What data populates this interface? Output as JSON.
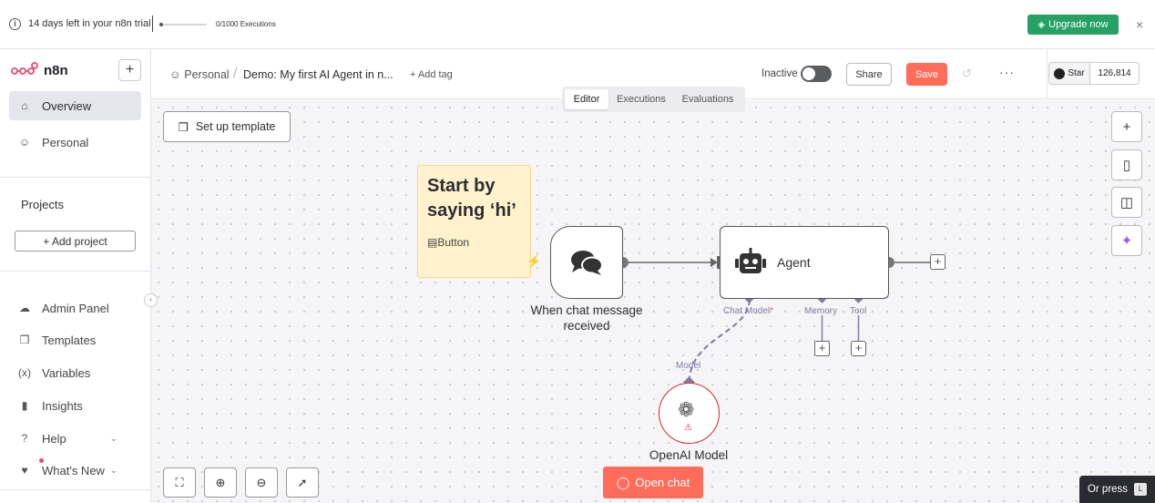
{
  "banner": {
    "trial_text": "14 days left in your n8n trial",
    "executions_text": "0/1000 Executions",
    "executions_progress": 0,
    "upgrade_label": "Upgrade now",
    "close_glyph": "×",
    "info_glyph": "i"
  },
  "sidebar": {
    "brand": "n8n",
    "plus_glyph": "+",
    "top_items": [
      {
        "label": "Overview",
        "icon": "home-icon"
      },
      {
        "label": "Personal",
        "icon": "user-icon"
      }
    ],
    "projects_label": "Projects",
    "add_project_label": "+ Add project",
    "bottom_items": [
      {
        "label": "Admin Panel",
        "icon": "cloud-icon"
      },
      {
        "label": "Templates",
        "icon": "package-icon"
      },
      {
        "label": "Variables",
        "icon": "variable-icon"
      },
      {
        "label": "Insights",
        "icon": "chart-icon"
      },
      {
        "label": "Help",
        "icon": "help-icon"
      },
      {
        "label": "What's New",
        "icon": "bell-icon"
      }
    ]
  },
  "header": {
    "breadcrumb_project": "Personal",
    "workflow_title": "Demo: My first AI Agent in n...",
    "add_tag": "+ Add tag",
    "status_label": "Inactive",
    "share_label": "Share",
    "save_label": "Save",
    "more_glyph": "···",
    "github_star_label": "Star",
    "github_star_count": "126,814"
  },
  "view_tabs": [
    {
      "label": "Editor",
      "active": true
    },
    {
      "label": "Executions",
      "active": false
    },
    {
      "label": "Evaluations",
      "active": false
    }
  ],
  "canvas": {
    "template_button": "Set up template",
    "sticky_title": "Start by saying ‘hi’",
    "sticky_image_alt": "Button",
    "chat_trigger_label": "When chat message received",
    "agent_label": "Agent",
    "agent_ports": {
      "chat_model": "Chat Model",
      "memory": "Memory",
      "tool": "Tool"
    },
    "model_port_label": "Model",
    "openai_label": "OpenAI Model",
    "open_chat_label": "Open chat",
    "or_press_label": "Or press",
    "or_press_key": "L"
  },
  "colors": {
    "accent": "#ff6d5a",
    "upgrade": "#25a165",
    "port": "#7e7ca0",
    "error": "#e2252e",
    "sticky": "#fff2cc"
  }
}
